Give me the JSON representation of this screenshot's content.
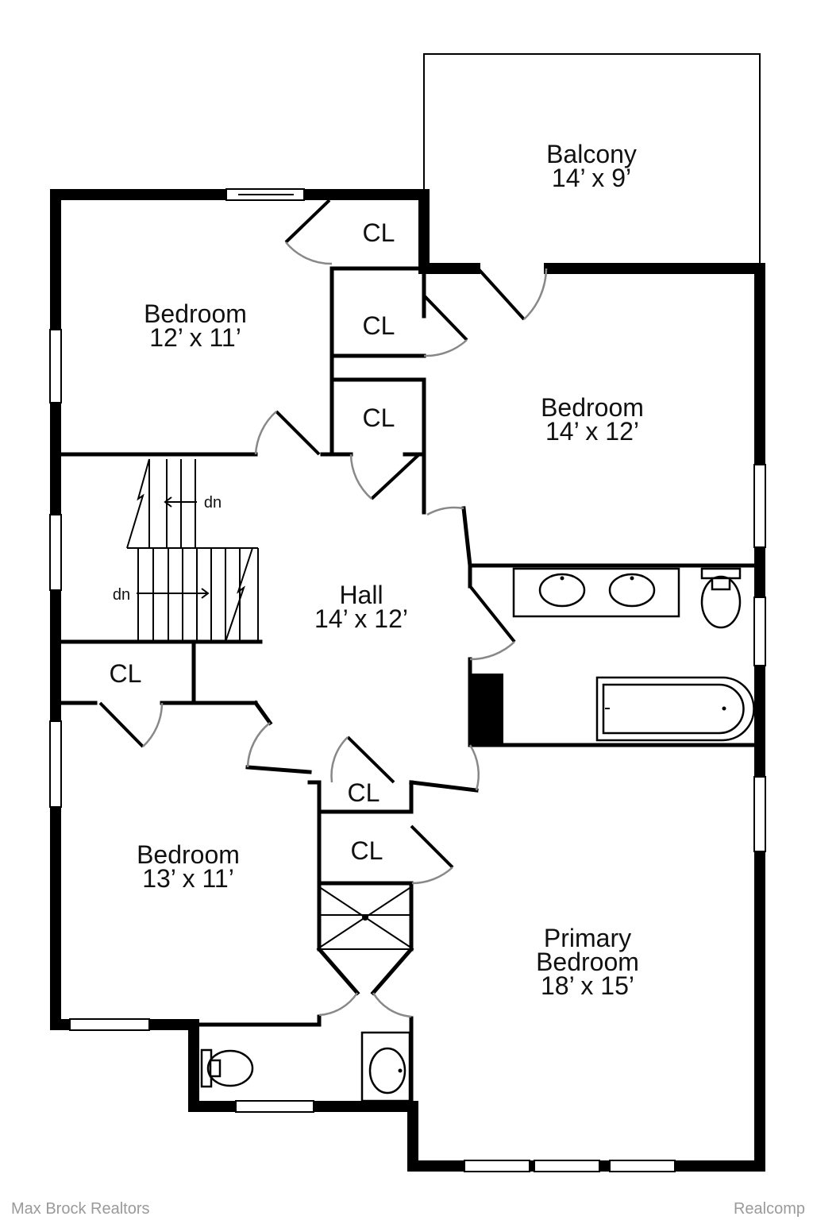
{
  "rooms": {
    "balcony": {
      "name": "Balcony",
      "dims": "14’ x 9’"
    },
    "bedroom_nw": {
      "name": "Bedroom",
      "dims": "12’ x 11’"
    },
    "bedroom_ne": {
      "name": "Bedroom",
      "dims": "14’ x 12’"
    },
    "hall": {
      "name": "Hall",
      "dims": "14’ x 12’"
    },
    "bedroom_sw": {
      "name": "Bedroom",
      "dims": "13’ x 11’"
    },
    "primary": {
      "name_line1": "Primary",
      "name_line2": "Bedroom",
      "dims": "18’ x 15’"
    }
  },
  "closets": [
    "CL",
    "CL",
    "CL",
    "CL",
    "CL",
    "CL"
  ],
  "stairs": {
    "label_upper": "dn",
    "label_lower": "dn"
  },
  "watermarks": {
    "left": "Max Brock Realtors",
    "right": "Realcomp"
  }
}
